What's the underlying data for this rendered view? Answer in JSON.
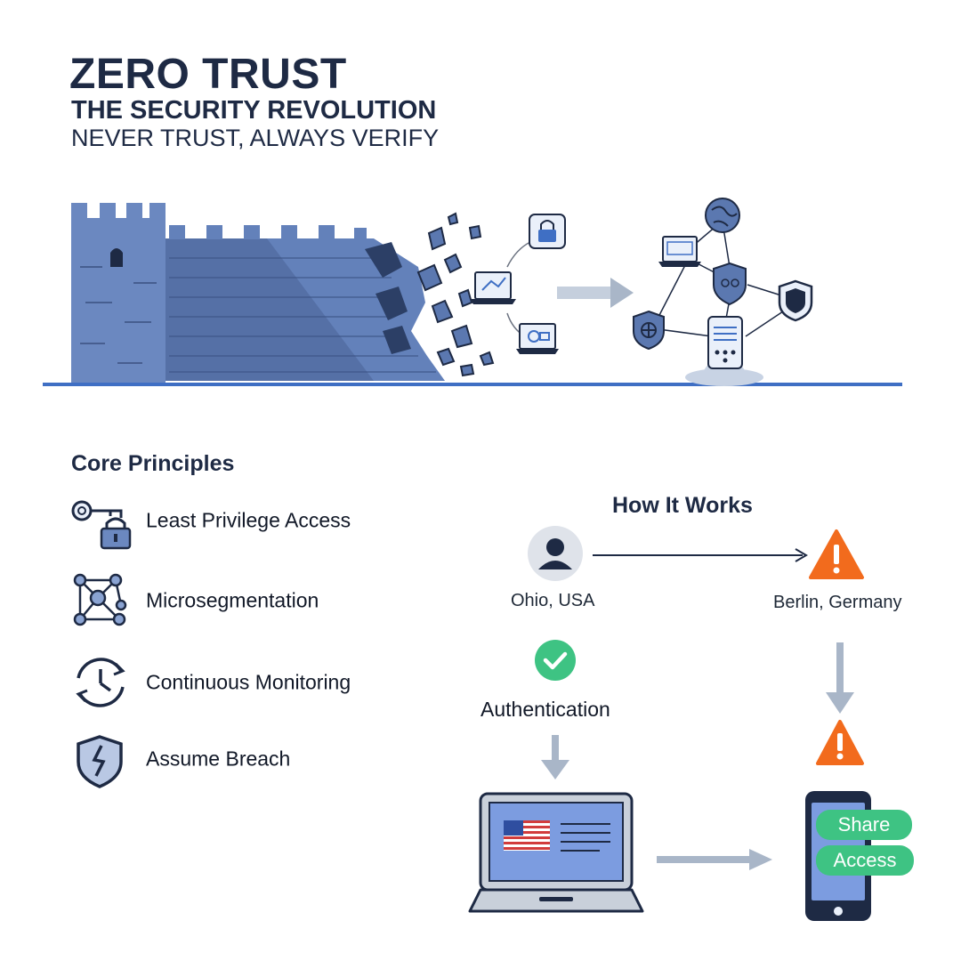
{
  "header": {
    "title": "ZERO TRUST",
    "subtitle": "THE SECURITY REVOLUTION",
    "tagline": "NEVER TRUST, ALWAYS VERIFY"
  },
  "core_principles": {
    "title": "Core Principles",
    "items": [
      {
        "label": "Least Privilege Access",
        "icon": "key-lock-icon"
      },
      {
        "label": "Microsegmentation",
        "icon": "network-segments-icon"
      },
      {
        "label": "Continuous Monitoring",
        "icon": "clock-cycle-icon"
      },
      {
        "label": "Assume Breach",
        "icon": "broken-shield-icon"
      }
    ]
  },
  "how_it_works": {
    "title": "How It Works",
    "origin_location": "Ohio, USA",
    "remote_location": "Berlin, Germany",
    "auth_label": "Authentication",
    "share_label": "Share",
    "access_label": "Access"
  },
  "colors": {
    "navy": "#1e2a44",
    "wall_blue": "#5b78b0",
    "accent_blue": "#3f6fc4",
    "warning_orange": "#f26b1d",
    "success_green": "#3ec383",
    "arrow_gray": "#a9b6c8"
  }
}
